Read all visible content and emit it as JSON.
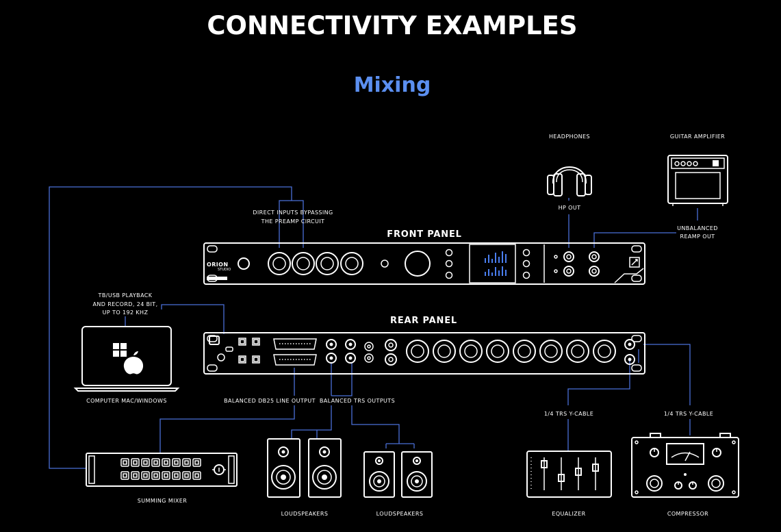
{
  "title": "CONNECTIVITY EXAMPLES",
  "subtitle": "Mixing",
  "panels": {
    "front": "FRONT PANEL",
    "rear": "REAR PANEL"
  },
  "device": {
    "logo": "ORION",
    "logo_sub": "STUDIO"
  },
  "labels": {
    "headphones": "HEADPHONES",
    "guitar_amp": "GUITAR AMPLIFIER",
    "hp_out": "HP OUT",
    "unbalanced_1": "UNBALANCED",
    "unbalanced_2": "REAMP OUT",
    "direct_1": "DIRECT INPUTS BYPASSING",
    "direct_2": "THE PREAMP CIRCUIT",
    "tb_1": "TB/USB PLAYBACK",
    "tb_2": "AND RECORD, 24 BIT,",
    "tb_3": "UP TO 192 KHZ",
    "computer": "COMPUTER MAC/WINDOWS",
    "db25": "BALANCED DB25 LINE OUTPUT",
    "trs": "BALANCED TRS OUTPUTS",
    "ycable_1": "1/4 TRS Y-CABLE",
    "ycable_2": "1/4 TRS Y-CABLE",
    "summing": "SUMMING MIXER",
    "loudspeakers_1": "LOUDSPEAKERS",
    "loudspeakers_2": "LOUDSPEAKERS",
    "equalizer": "EQUALIZER",
    "compressor": "COMPRESSOR"
  },
  "colors": {
    "background": "#000000",
    "foreground": "#ffffff",
    "accent": "#5b8ff0",
    "wire": "#4a6fd8"
  },
  "icons": [
    "headphones-icon",
    "guitar-amplifier-icon",
    "laptop-icon",
    "windows-logo-icon",
    "apple-logo-icon",
    "summing-mixer-icon",
    "loudspeaker-icon",
    "equalizer-icon",
    "compressor-icon"
  ]
}
